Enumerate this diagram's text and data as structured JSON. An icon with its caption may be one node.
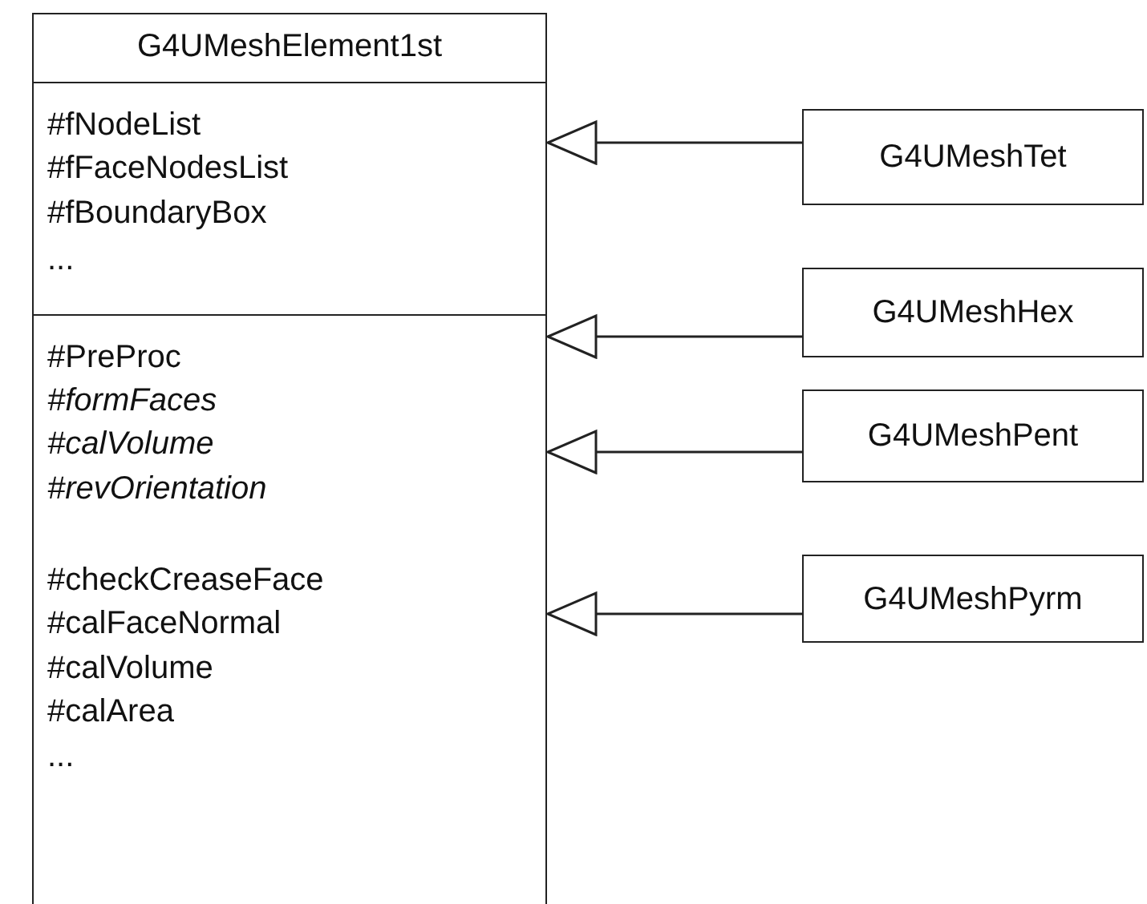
{
  "diagram": {
    "nodes": [
      {
        "text": [
          "G4UMeshElement1st"
        ]
      },
      {
        "text": [
          "#fNodeList",
          "#fFaceNodesList",
          "#fBoundaryBox",
          "..."
        ],
        "in": 0
      },
      {
        "text": [
          "#PreProc",
          "*#formFaces*",
          "*#calVolume*",
          "*#revOrientation*",
          "#checkCreaseFace",
          "#calFaceNormal",
          "#calVolume",
          "#calArea",
          "..."
        ],
        "in": 0
      },
      {
        "text": [
          "G4UMeshTet"
        ]
      },
      {
        "text": [
          "G4UMeshHex"
        ]
      },
      {
        "text": [
          "G4UMeshPent"
        ]
      },
      {
        "text": [
          "G4UMeshPyrm"
        ]
      }
    ],
    "edges": [
      {
        "from": 3,
        "to": 0,
        "arrow": "to"
      },
      {
        "from": 4,
        "to": 0,
        "arrow": "to"
      },
      {
        "from": 5,
        "to": 0,
        "arrow": "to"
      },
      {
        "from": 6,
        "to": 0,
        "arrow": "to"
      }
    ]
  }
}
